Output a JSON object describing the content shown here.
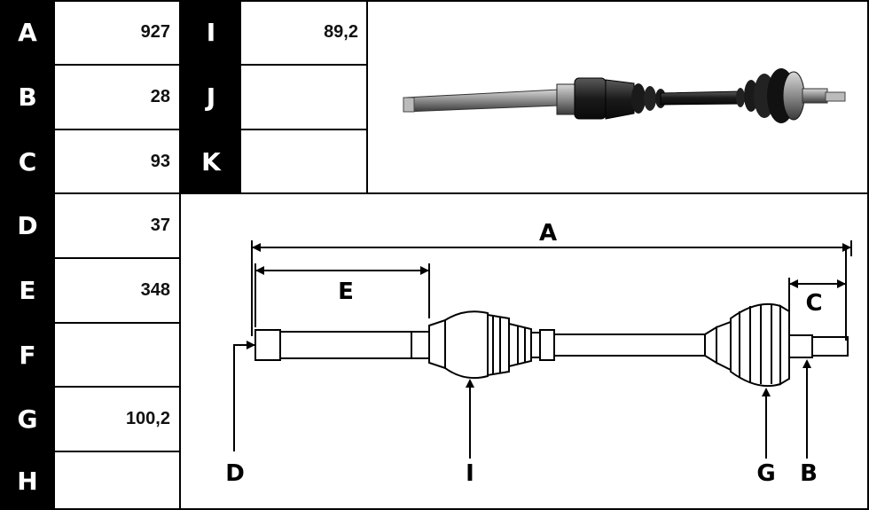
{
  "spec_table": {
    "rows": [
      {
        "label": "A",
        "value": "927"
      },
      {
        "label": "B",
        "value": "28"
      },
      {
        "label": "C",
        "value": "93"
      },
      {
        "label": "D",
        "value": "37"
      },
      {
        "label": "E",
        "value": "348"
      },
      {
        "label": "F",
        "value": ""
      },
      {
        "label": "G",
        "value": "100,2"
      },
      {
        "label": "H",
        "value": ""
      }
    ],
    "extra_rows": [
      {
        "label": "I",
        "value": "89,2"
      },
      {
        "label": "J",
        "value": ""
      },
      {
        "label": "K",
        "value": ""
      }
    ]
  },
  "diagram": {
    "labels": {
      "A": "A",
      "E": "E",
      "C": "C",
      "D": "D",
      "I": "I",
      "G": "G",
      "B": "B"
    }
  },
  "colors": {
    "label_bg": "#000000",
    "label_fg": "#ffffff",
    "line": "#000000"
  }
}
